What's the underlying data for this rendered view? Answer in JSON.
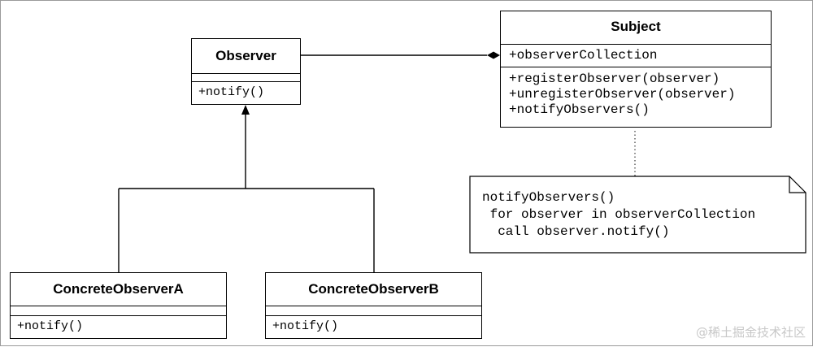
{
  "observer": {
    "name": "Observer",
    "attributes": "",
    "operations": [
      "+notify()"
    ]
  },
  "concrete_a": {
    "name": "ConcreteObserverA",
    "attributes": "",
    "operations": [
      "+notify()"
    ]
  },
  "concrete_b": {
    "name": "ConcreteObserverB",
    "attributes": "",
    "operations": [
      "+notify()"
    ]
  },
  "subject": {
    "name": "Subject",
    "attributes": [
      "+observerCollection"
    ],
    "operations": [
      "+registerObserver(observer)",
      "+unregisterObserver(observer)",
      "+notifyObservers()"
    ]
  },
  "note": {
    "lines": [
      "notifyObservers()",
      " for observer in observerCollection",
      "  call observer.notify()"
    ]
  },
  "watermark": "@稀土掘金技术社区"
}
